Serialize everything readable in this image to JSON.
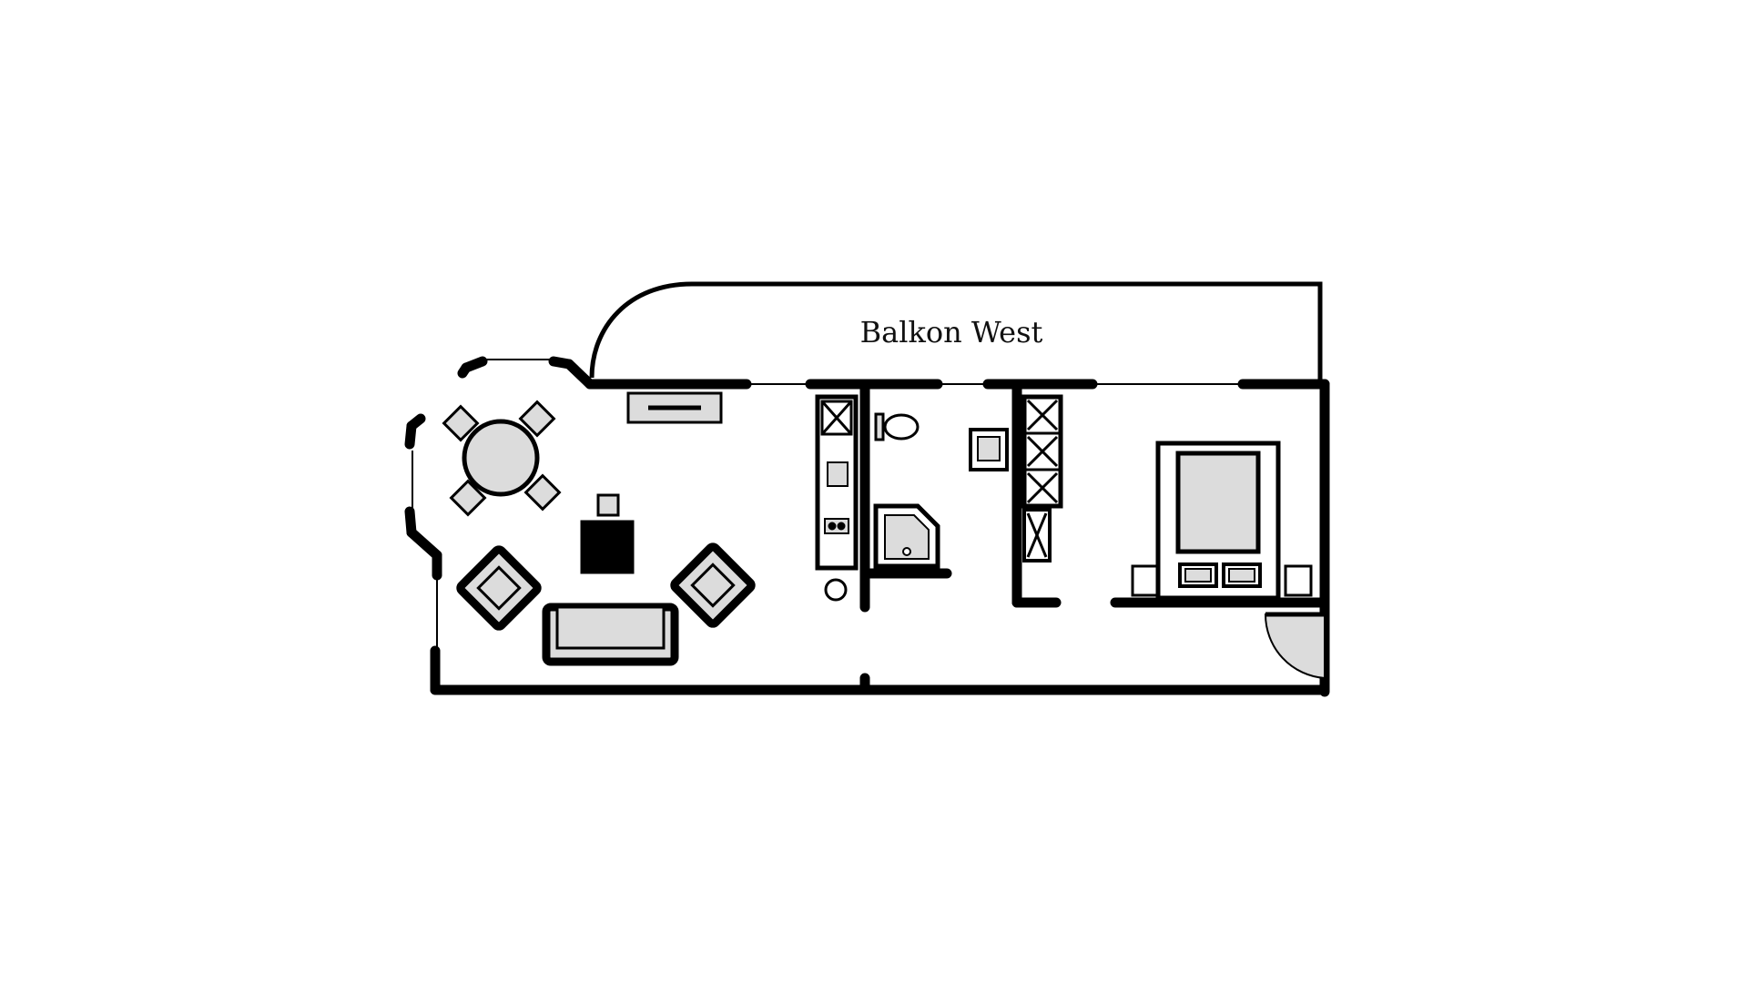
{
  "floorplan": {
    "balcony_label": "Balkon West",
    "colors": {
      "wall": "#000000",
      "furniture_fill": "#dcdcdc",
      "background": "#ffffff"
    },
    "rooms": [
      {
        "type": "living-dining"
      },
      {
        "type": "kitchen"
      },
      {
        "type": "bathroom"
      },
      {
        "type": "wardrobe"
      },
      {
        "type": "bedroom"
      },
      {
        "type": "balcony"
      }
    ]
  }
}
